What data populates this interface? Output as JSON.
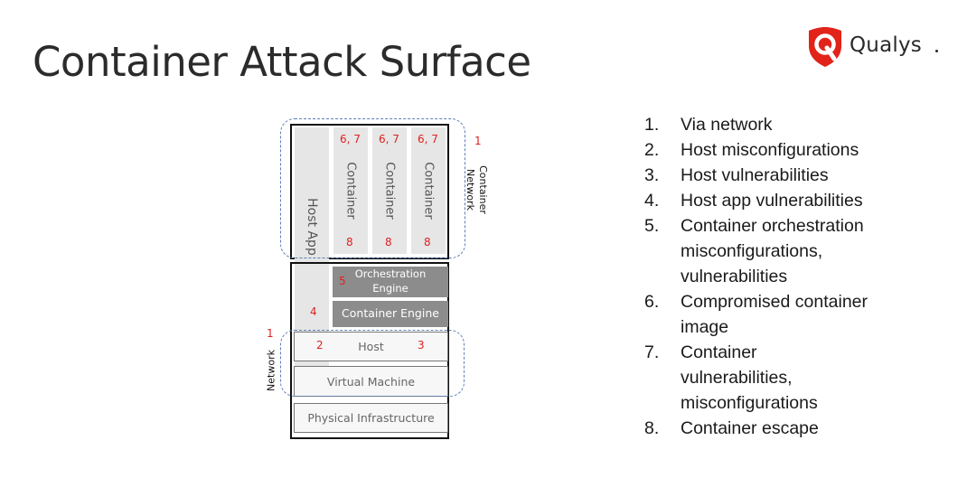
{
  "title": "Container Attack Surface",
  "logo": {
    "name": "Qualys",
    "brand_color": "#e2231a",
    "icon": "qualys-shield-icon"
  },
  "diagram": {
    "host_app": "Host App",
    "container_label": "Container",
    "container_top_marker": "6, 7",
    "container_bottom_marker": "8",
    "container_network": [
      "Container",
      "Network"
    ],
    "container_network_marker": "1",
    "orchestration_engine": [
      "Orchestration",
      "Engine"
    ],
    "orchestration_marker": "5",
    "container_engine": "Container Engine",
    "host_app_marker": "4",
    "host": "Host",
    "host_left_marker": "2",
    "host_right_marker": "3",
    "network": "Network",
    "network_marker": "1",
    "virtual_machine": "Virtual Machine",
    "physical_infrastructure": "Physical Infrastructure"
  },
  "list": [
    {
      "num": "1.",
      "lines": [
        "Via network"
      ]
    },
    {
      "num": "2.",
      "lines": [
        "Host misconfigurations"
      ]
    },
    {
      "num": "3.",
      "lines": [
        "Host vulnerabilities"
      ]
    },
    {
      "num": "4.",
      "lines": [
        "Host app vulnerabilities"
      ]
    },
    {
      "num": "5.",
      "lines": [
        "Container orchestration",
        "misconfigurations,",
        "vulnerabilities"
      ]
    },
    {
      "num": "6.",
      "lines": [
        "Compromised container",
        "image"
      ]
    },
    {
      "num": "7.",
      "lines": [
        "Container",
        "vulnerabilities,",
        "misconfigurations"
      ]
    },
    {
      "num": "8.",
      "lines": [
        "Container escape"
      ]
    }
  ]
}
